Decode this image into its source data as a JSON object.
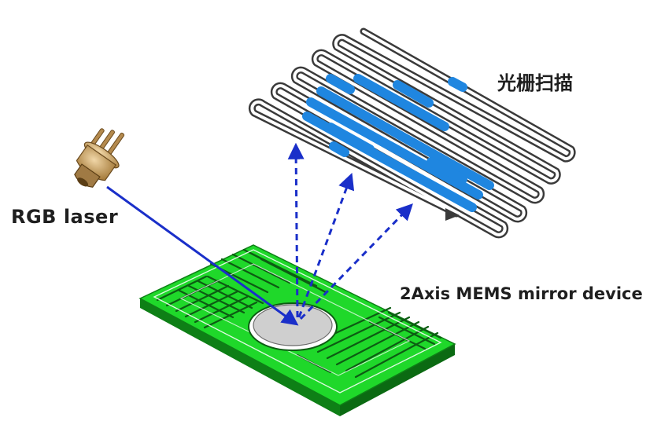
{
  "labels": {
    "laser": "RGB laser",
    "raster_scan": "光栅扫描",
    "mems_device": "2Axis MEMS mirror device"
  },
  "colors": {
    "laser_beam": "#1a2fc9",
    "scan_highlight": "#1f86e0",
    "scan_path": "#3a3a3a",
    "mems_board": "#1fd82a",
    "mems_board_edge": "#0e7f16",
    "mirror": "#cfcfcf",
    "laser_body": "#c8a46a"
  },
  "icons": {
    "laser": "laser-diode-icon",
    "mirror": "mems-mirror-icon"
  }
}
